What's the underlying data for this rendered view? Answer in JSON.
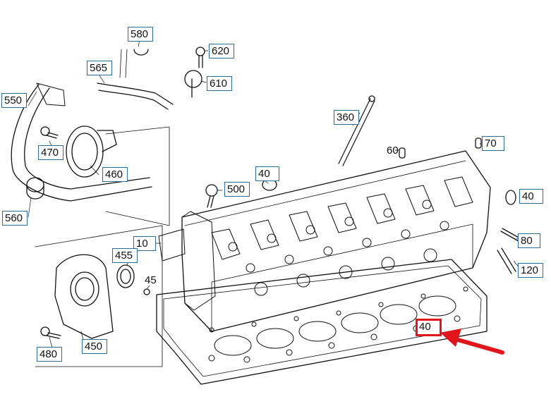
{
  "diagram": {
    "highlight_color": "#e0161b",
    "callout_border_color": "#2a6f97",
    "callouts": {
      "c580": "580",
      "c620": "620",
      "c565": "565",
      "c610": "610",
      "c550": "550",
      "c360": "360",
      "c70": "70",
      "c60": "60",
      "c470": "470",
      "c460": "460",
      "c40a": "40",
      "c500": "500",
      "c40b": "40",
      "c560": "560",
      "c80": "80",
      "c10": "10",
      "c455": "455",
      "c120": "120",
      "c45": "45",
      "c40c": "40",
      "c480": "480",
      "c450": "450"
    }
  }
}
